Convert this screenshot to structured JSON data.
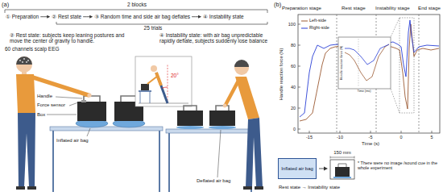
{
  "diagram": {
    "nodes": [
      {
        "text": [
          "① Preparation"
        ]
      },
      {
        "text": [
          "② Rest state"
        ]
      },
      {
        "text": [
          "③ Random time and side air bag deflates"
        ]
      },
      {
        "text": [
          "④ Instability state"
        ]
      },
      {
        "text": [
          "Inflated air bag"
        ]
      }
    ],
    "edges": [
      {
        "from": 0,
        "to": 1,
        "arrow": "to"
      },
      {
        "from": 1,
        "to": 2,
        "arrow": "to"
      },
      {
        "from": 2,
        "to": 3,
        "arrow": "to"
      }
    ],
    "labels": [
      "(a)",
      "2 blocks",
      "25 trials",
      "② Rest state: subjects keep leaning postures and move the center of gravity to handle.",
      "60 channels scalp EEG",
      "④ Instability state: with air bag unpredictable rapidly deflate, subjects suddenly lose balance",
      "20°",
      "Handle",
      "Force sensor",
      "Box",
      "Inflated air bag",
      "Deflated air bag",
      "(b)",
      "Preparation stage",
      "Rest stage",
      "Instability stage",
      "End stage",
      "Handle reaction force (N)",
      "100",
      "80",
      "60",
      "40",
      "20",
      "0",
      "-15",
      "-10",
      "-5",
      "0",
      "5",
      "Time (s)",
      "Handle reaction force (N)",
      "Time (ms)",
      "150 mm",
      "Rest state → Instability state",
      "* There were no image /sound cue in the whole experiment"
    ],
    "legend": [
      {
        "text": "Left-side"
      },
      {
        "text": "Right-side"
      }
    ]
  }
}
